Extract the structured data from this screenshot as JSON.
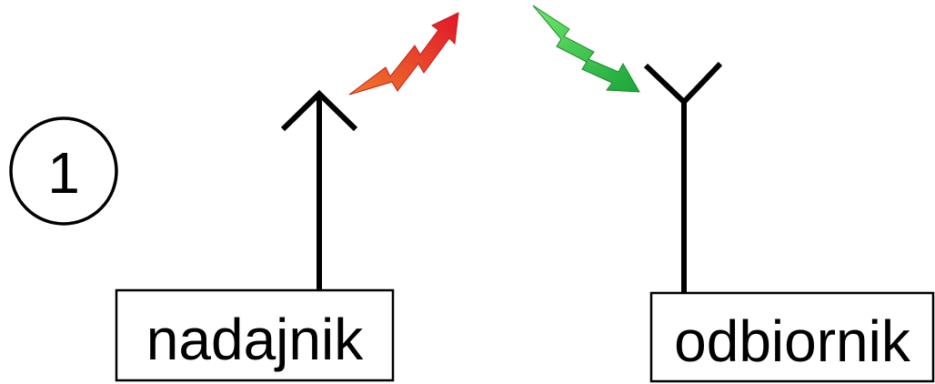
{
  "step_number": "1",
  "transmitter": {
    "label": "nadajnik"
  },
  "receiver": {
    "label": "odbiornik"
  },
  "signals": {
    "outgoing": {
      "icon": "lightning-arrow-up",
      "color_start": "#f07a2a",
      "color_end": "#e0162a"
    },
    "incoming": {
      "icon": "lightning-arrow-down",
      "color_start": "#6ee86a",
      "color_end": "#1aa43a"
    }
  },
  "colors": {
    "stroke": "#000000",
    "background": "#ffffff"
  }
}
